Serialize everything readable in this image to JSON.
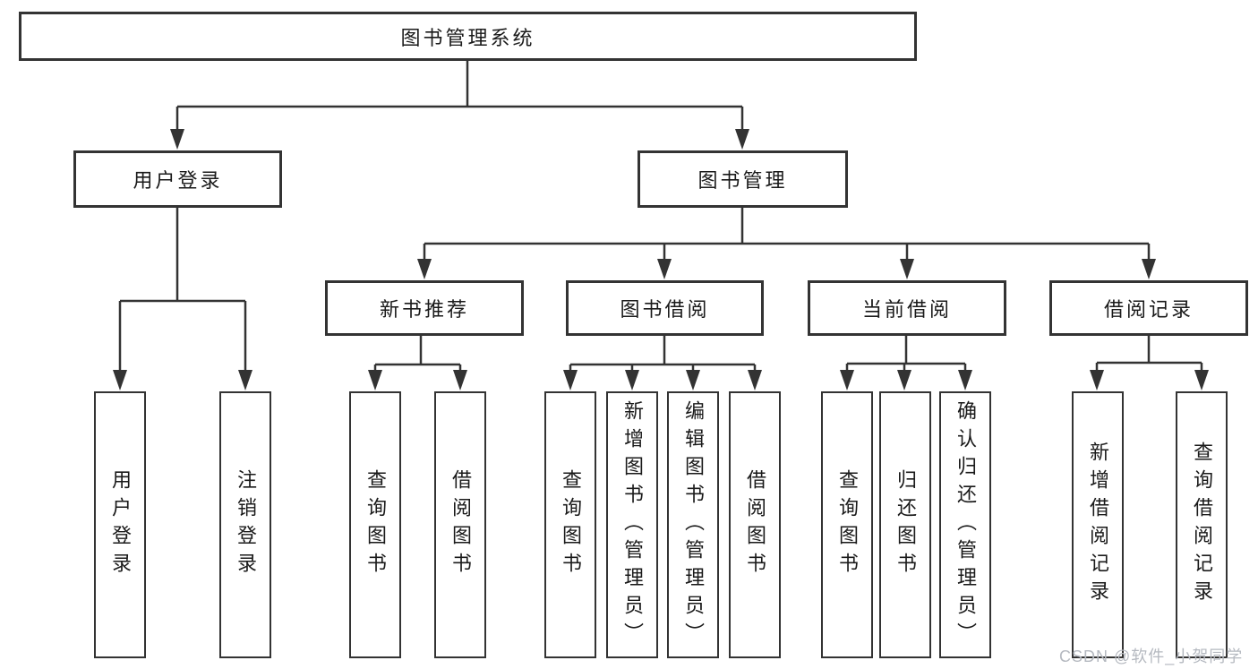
{
  "tree": {
    "label": "图书管理系统",
    "children": [
      {
        "label": "用户登录",
        "children": [
          {
            "label": "用户登录"
          },
          {
            "label": "注销登录"
          }
        ]
      },
      {
        "label": "图书管理",
        "children": [
          {
            "label": "新书推荐",
            "children": [
              {
                "label": "查询图书"
              },
              {
                "label": "借阅图书"
              }
            ]
          },
          {
            "label": "图书借阅",
            "children": [
              {
                "label": "查询图书"
              },
              {
                "label": "新增图书（管理员）"
              },
              {
                "label": "编辑图书（管理员）"
              },
              {
                "label": "借阅图书"
              }
            ]
          },
          {
            "label": "当前借阅",
            "children": [
              {
                "label": "查询图书"
              },
              {
                "label": "归还图书"
              },
              {
                "label": "确认归还（管理员）"
              }
            ]
          },
          {
            "label": "借阅记录",
            "children": [
              {
                "label": "新增借阅记录"
              },
              {
                "label": "查询借阅记录"
              }
            ]
          }
        ]
      }
    ]
  },
  "watermark": {
    "text": "CSDN @软件_小贺同学"
  },
  "colors": {
    "background": "#ffffff",
    "line": "#333333",
    "text": "#1a1a1a",
    "watermark": "#b5b9c0"
  }
}
